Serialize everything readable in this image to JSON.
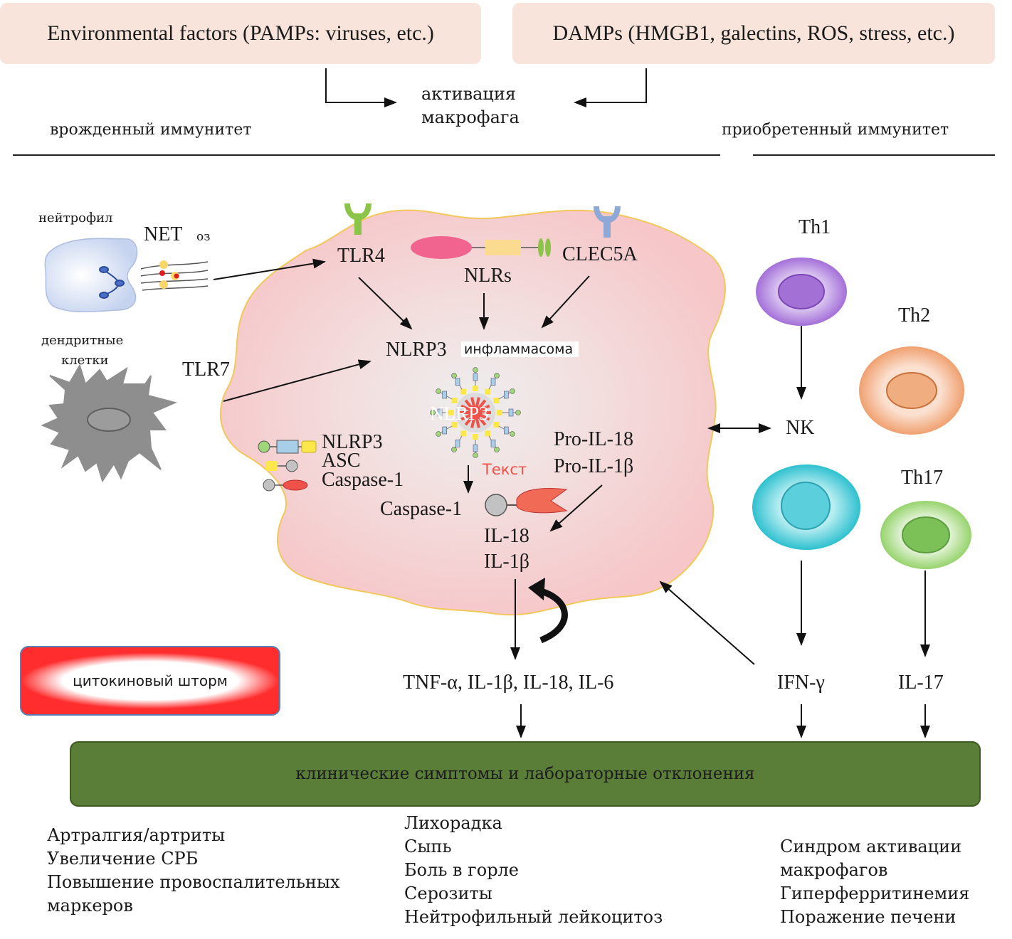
{
  "top_boxes": {
    "environmental": "Environmental factors (PAMPs: viruses, etc.)",
    "damps": "DAMPs (HMGB1, galectins, ROS, stress, etc.)"
  },
  "macrophage_activation": [
    "активация",
    "макрофага"
  ],
  "innate_immunity": "врожденный иммунитет",
  "adaptive_immunity": "приобретенный иммунитет",
  "neutrophil": "нейтрофил",
  "net": "NET",
  "net_suffix": "оз",
  "dendritic": [
    "дендритные",
    "клетки"
  ],
  "tlr7": "TLR7",
  "tlr4": "TLR4",
  "nlrs": "NLRs",
  "clec5a": "CLEC5A",
  "nlrp3": "NLRP3",
  "inflammasome": "инфламмасома",
  "inflammasome_overlay": "NLRP3",
  "text_placeholder": "Текст",
  "legend": [
    "NLRP3",
    "ASC",
    "Caspase-1"
  ],
  "caspase1": "Caspase-1",
  "pro_cytokines": [
    "Pro-IL-18",
    "Pro-IL-1β"
  ],
  "mature_cytokines": [
    "IL-18",
    "IL-1β"
  ],
  "t_cells": {
    "th1": "Th1",
    "th2": "Th2",
    "th17": "Th17",
    "nk": "NK"
  },
  "cytokine_storm": "цитокиновый шторм",
  "cytokines_out": "TNF-α, IL-1β, IL-18, IL-6",
  "ifn": "IFN-γ",
  "il17": "IL-17",
  "clinical_bar": "клинические симптомы и лабораторные отклонения",
  "symptoms_left": [
    "Артралгия/артриты",
    "Увеличение СРБ",
    "Повышение провоспалительных",
    "маркеров"
  ],
  "symptoms_middle": [
    "Лихорадка",
    "Сыпь",
    "Боль в горле",
    "Серозиты",
    "Нейтрофильный лейкоцитоз"
  ],
  "symptoms_right": [
    "Синдром активации",
    "макрофагов",
    "Гиперферритинемия",
    "Поражение печени"
  ],
  "colors": {
    "top_box_fill": "#f8e4da",
    "macrophage_fill": "#f5c9cc",
    "clinical_bar": "#5a7e37",
    "storm_red": "#ff1a1a",
    "th1": "#b68ae0",
    "th2": "#f3a97e",
    "th17": "#9fd679",
    "nk": "#3cc4d2"
  }
}
